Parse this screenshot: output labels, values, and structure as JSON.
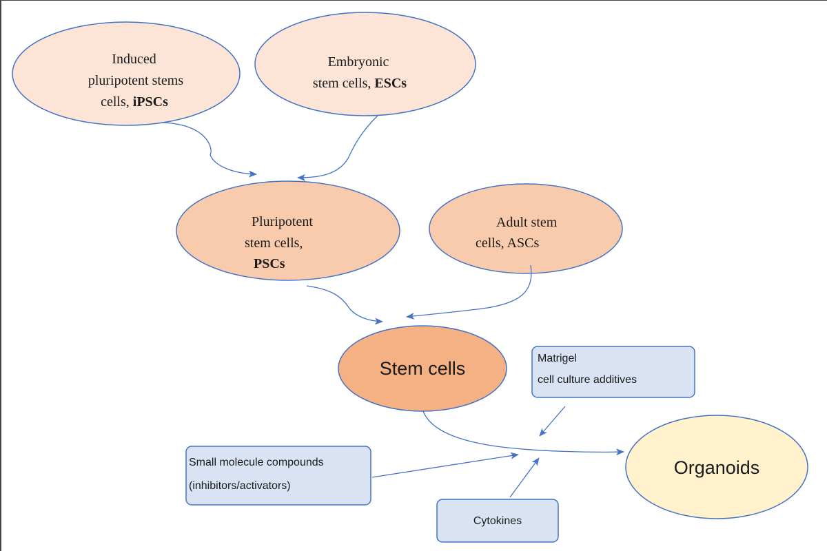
{
  "nodes": {
    "ipsc": {
      "line1": "Induced",
      "line2": "pluripotent stems",
      "line3_plain": "cells, ",
      "line3_bold": "iPSCs"
    },
    "esc": {
      "line1": "Embryonic",
      "line2_plain": "stem cells, ",
      "line2_bold": "ESCs"
    },
    "psc": {
      "line1": "Pluripotent",
      "line2": "stem cells,",
      "line3_bold": "PSCs"
    },
    "asc": {
      "line1": "Adult stem",
      "line2": "cells, ASCs"
    },
    "stem": {
      "label": "Stem cells"
    },
    "organoids": {
      "label": "Organoids"
    }
  },
  "boxes": {
    "matrigel": {
      "line1": "Matrigel",
      "line2": "cell culture additives"
    },
    "small_molecule": {
      "line1": "Small molecule compounds",
      "line2": "(inhibitors/activators)"
    },
    "cytokines": {
      "label": "Cytokines"
    }
  },
  "colors": {
    "light_peach": "#fce4d6",
    "peach": "#f8cbad",
    "orange": "#f4b183",
    "cream": "#fff2cc",
    "box_fill": "#dae3f3",
    "stroke": "#4472c4",
    "text": "#1a1a1a"
  }
}
